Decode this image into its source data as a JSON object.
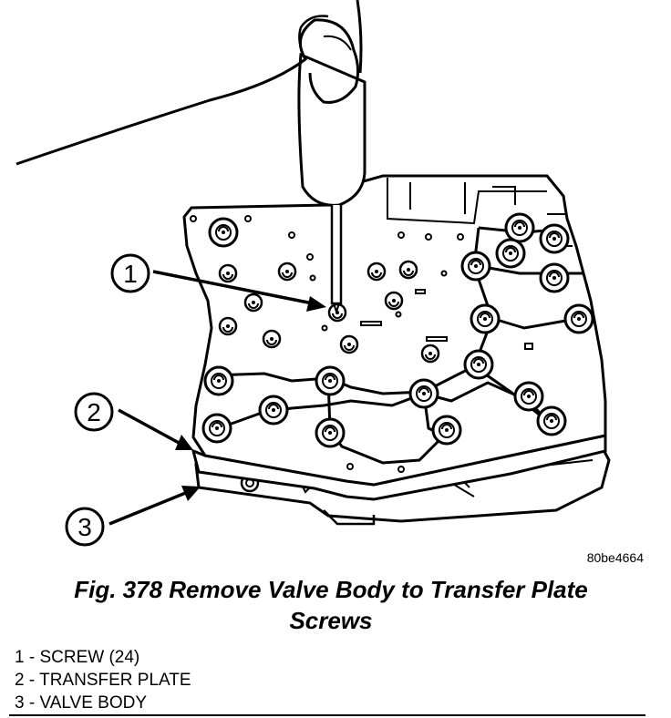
{
  "figure": {
    "id": "80be4664",
    "caption_line1": "Fig. 378 Remove Valve Body to Transfer Plate",
    "caption_line2": "Screws"
  },
  "callouts": [
    {
      "number": "1"
    },
    {
      "number": "2"
    },
    {
      "number": "3"
    }
  ],
  "legend": [
    {
      "text": "1 - SCREW (24)"
    },
    {
      "text": "2 - TRANSFER PLATE"
    },
    {
      "text": "3 - VALVE BODY"
    }
  ],
  "icons": [
    "hand-icon",
    "screwdriver-icon",
    "valve-body-icon"
  ]
}
